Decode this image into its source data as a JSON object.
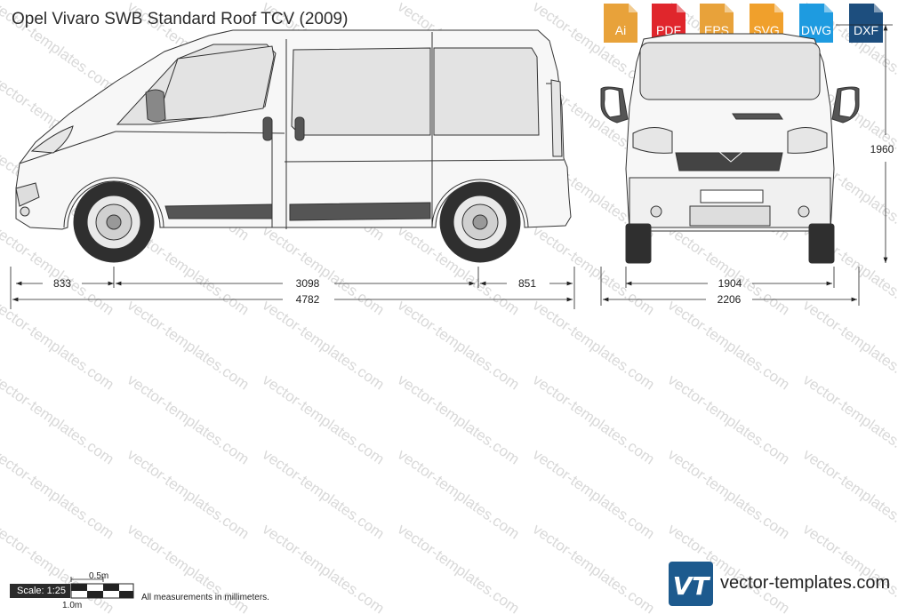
{
  "title": "Opel Vivaro SWB Standard Roof TCV (2009)",
  "watermark_text": "vector-templates.com",
  "formats": [
    {
      "label": "Ai",
      "color": "#e8a23a"
    },
    {
      "label": "PDF",
      "color": "#e0262c"
    },
    {
      "label": "EPS",
      "color": "#e8a23a"
    },
    {
      "label": "SVG",
      "color": "#f0a02c"
    },
    {
      "label": "DWG",
      "color": "#1e9be0"
    },
    {
      "label": "DXF",
      "color": "#1d4e7e"
    }
  ],
  "dimensions": {
    "front_overhang": "833",
    "wheelbase": "3098",
    "rear_overhang": "851",
    "length": "4782",
    "width": "1904",
    "width_mirrors": "2206",
    "height": "1960"
  },
  "scale": {
    "label": "Scale: 1:25",
    "half_meter": "0.5m",
    "one_meter": "1.0m"
  },
  "note": "All measurements in millimeters.",
  "brand": {
    "logo_text": "VT",
    "url_text": "vector-templates.com",
    "color": "#1d5a8e"
  }
}
